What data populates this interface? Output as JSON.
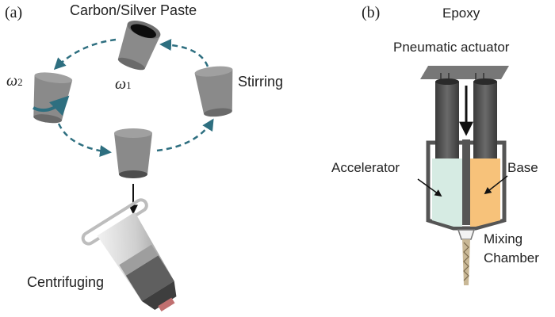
{
  "panel_a": {
    "panel_label": "(a)",
    "top_label": "Carbon/Silver Paste",
    "omega2_symbol": "ω",
    "omega2_sub": "2",
    "omega1_symbol": "ω",
    "omega1_sub": "1",
    "stirring_label": "Stirring",
    "centrifuging_label": "Centrifuging"
  },
  "panel_b": {
    "panel_label": "(b)",
    "epoxy_label": "Epoxy",
    "actuator_label": "Pneumatic  actuator",
    "accelerator_label": "Accelerator",
    "base_label": "Base",
    "mixing_label_line1": "Mixing",
    "mixing_label_line2": "Chamber"
  },
  "colors": {
    "arrow_teal": "#2e6f80",
    "cup_gray": "#8a8a8a",
    "cup_dark": "#4a4a4a",
    "accelerator_fill": "#d6ebe3",
    "base_fill": "#f7c27a",
    "barrel_dark": "#4d4d4d"
  }
}
